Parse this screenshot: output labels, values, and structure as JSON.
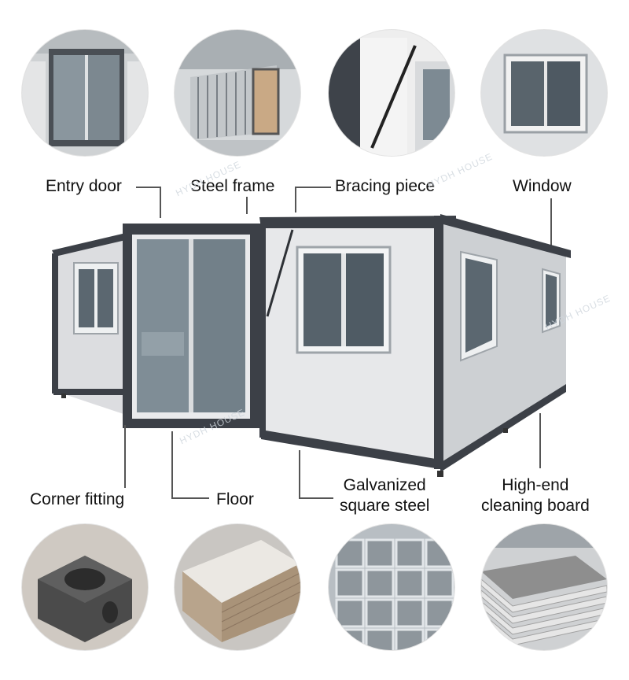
{
  "labels": {
    "entry_door": "Entry door",
    "steel_frame": "Steel frame",
    "bracing_piece": "Bracing piece",
    "window": "Window",
    "corner_fitting": "Corner fitting",
    "floor": "Floor",
    "galvanized_1": "Galvanized",
    "galvanized_2": "square steel",
    "cleaning_1": "High-end",
    "cleaning_2": "cleaning board"
  },
  "watermark": "HYDH HOUSE",
  "colors": {
    "frame_dark": "#3c4047",
    "panel_light": "#e6e7e9",
    "panel_side": "#cfd1d4",
    "glass": "#7d8a93"
  }
}
